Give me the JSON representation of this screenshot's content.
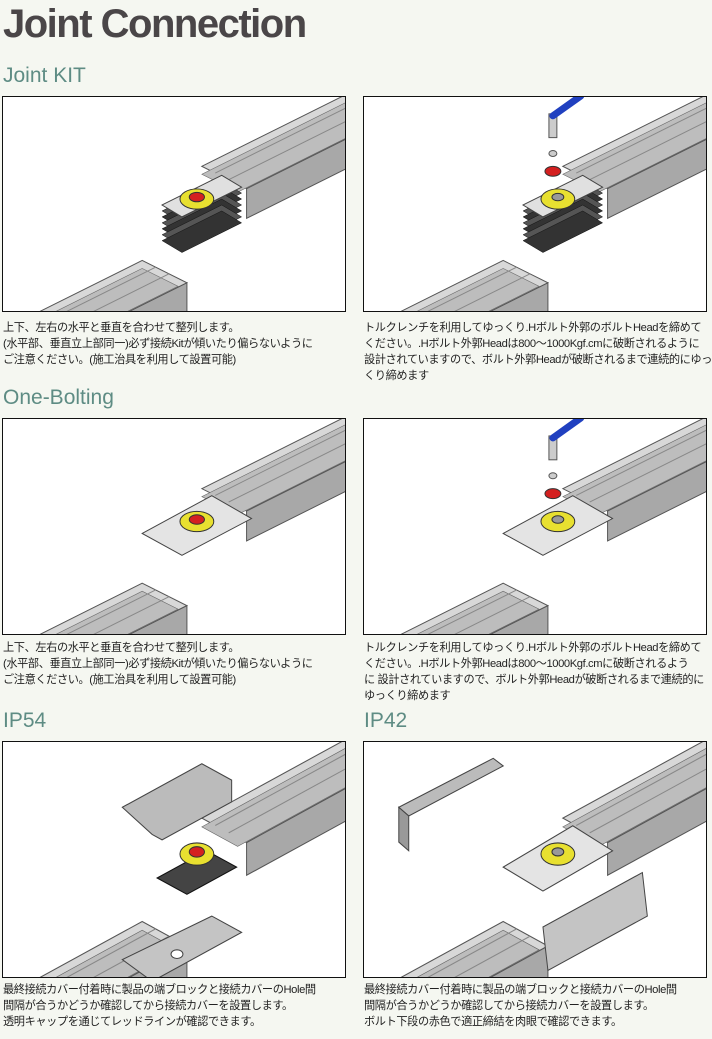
{
  "title": "Joint Connection",
  "sections": {
    "joint_kit": "Joint KIT",
    "one_bolting": "One-Bolting",
    "ip54": "IP54",
    "ip42": "IP42"
  },
  "captions": {
    "p1": [
      "上下、左右の水平と垂直を合わせて整列します。",
      "(水平部、垂直立上部同一)必ず接続Kitが傾いたり偏らないように",
      "ご注意ください。(施工治具を利用して設置可能)"
    ],
    "p2": [
      "トルクレンチを利用してゆっくり.Hボルト外郭のボルトHeadを締めて",
      "ください。.Hボルト外郭Headは800～1000Kgf.cmに破断されるように",
      "設計されていますので、ボルト外郭Headが破断されるまで連続的にゆっ",
      "くり締めます"
    ],
    "p3": [
      "上下、左右の水平と垂直を合わせて整列します。",
      "(水平部、垂直立上部同一)必ず接続Kitが傾いたり偏らないように",
      "ご注意ください。(施工治具を利用して設置可能)"
    ],
    "p4": [
      "トルクレンチを利用してゆっくり.Hボルト外郭のボルトHeadを締めて",
      "ください。.Hボルト外郭Headは800～1000Kgf.cmに破断されるよう",
      "に 設計されていますので、ボルト外郭Headが破断されるまで連続的に",
      "ゆっくり締めます"
    ],
    "p5": [
      "最終接続カバー付着時に製品の端ブロックと接続カバーのHole間",
      "間隔が合うかどうか確認してから接続カバーを設置します。",
      "透明キャップを通じてレッドラインが確認できます。"
    ],
    "p6": [
      "最終接続カバー付着時に製品の端ブロックと接続カバーのHole間",
      "間隔が合うかどうか確認してから接続カバーを設置します。",
      "ボルト下段の赤色で適正締結を肉眼で確認できます。"
    ]
  },
  "colors": {
    "heading": "#5e8c84",
    "title": "#4a4648",
    "bolt": "#e8e030",
    "bolt_red": "#d42020",
    "wrench": "#2040c0"
  }
}
